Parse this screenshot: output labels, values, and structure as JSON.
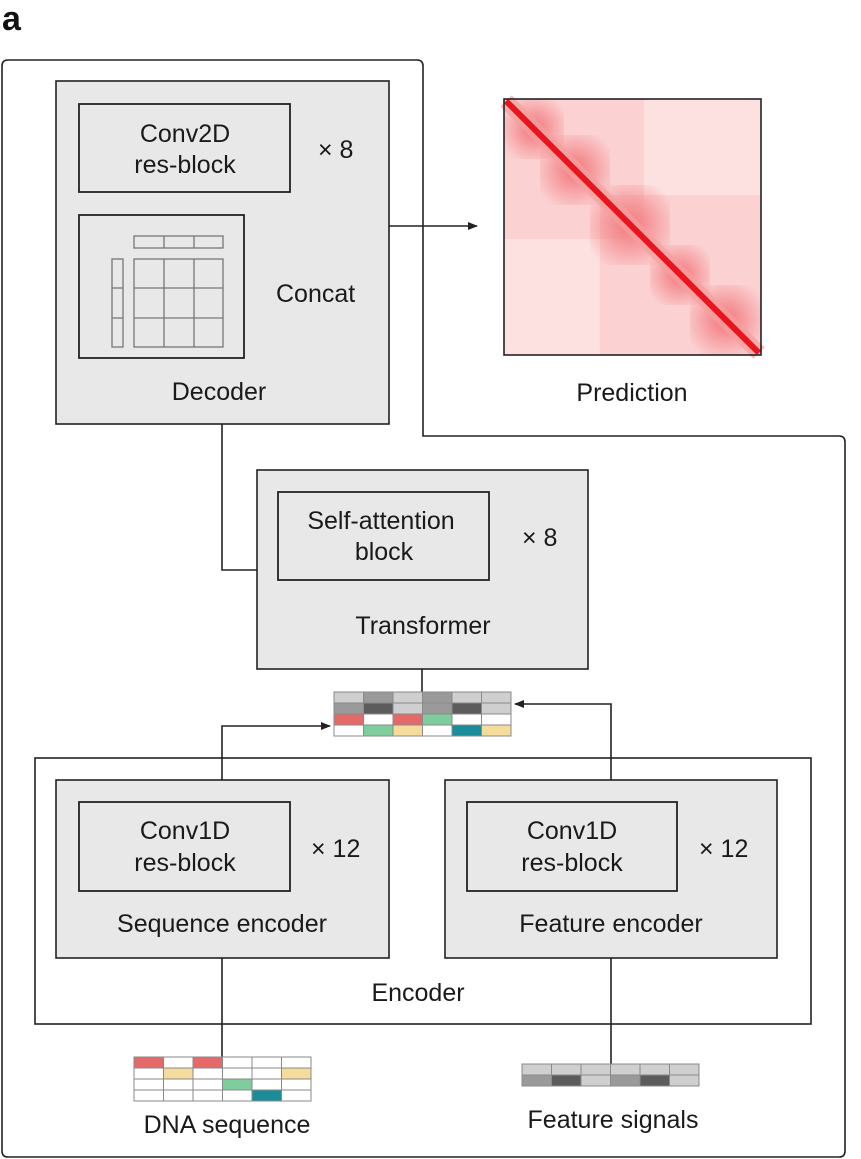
{
  "panel_label": "a",
  "decoder": {
    "block_label_1": "Conv2D",
    "block_label_2": "res-block",
    "repeat": "× 8",
    "concat_label": "Concat",
    "title": "Decoder"
  },
  "prediction": {
    "title": "Prediction"
  },
  "transformer": {
    "block_label_1": "Self-attention",
    "block_label_2": "block",
    "repeat": "× 8",
    "title": "Transformer"
  },
  "encoder": {
    "title": "Encoder",
    "sequence": {
      "block_label_1": "Conv1D",
      "block_label_2": "res-block",
      "repeat": "× 12",
      "title": "Sequence encoder"
    },
    "feature": {
      "block_label_1": "Conv1D",
      "block_label_2": "res-block",
      "repeat": "× 12",
      "title": "Feature encoder"
    }
  },
  "inputs": {
    "dna_label": "DNA sequence",
    "feature_label": "Feature signals"
  },
  "colors": {
    "box_fill": "#e8e8e8",
    "heatmap": "#e8141e",
    "red": "#e46a6a",
    "yellow": "#f6dc9c",
    "green": "#7fcc9c",
    "teal": "#1a8c9a",
    "dark_gray": "#5c5c5c",
    "mid_gray": "#9a9a9a",
    "light_gray": "#cfcfcf"
  },
  "dna_grid": [
    [
      "red",
      "white",
      "red",
      "white",
      "white",
      "white"
    ],
    [
      "white",
      "yellow",
      "white",
      "white",
      "white",
      "yellow"
    ],
    [
      "white",
      "white",
      "white",
      "green",
      "white",
      "white"
    ],
    [
      "white",
      "white",
      "white",
      "white",
      "teal",
      "white"
    ]
  ],
  "feature_grid": [
    [
      "light",
      "light",
      "light",
      "light",
      "light",
      "light"
    ],
    [
      "mid",
      "dark",
      "light",
      "mid",
      "dark",
      "light"
    ]
  ],
  "embedding_grid": [
    [
      "light",
      "mid",
      "light",
      "mid",
      "light",
      "light"
    ],
    [
      "mid",
      "dark",
      "light",
      "mid",
      "dark",
      "light"
    ],
    [
      "red",
      "white",
      "red",
      "green",
      "white",
      "white"
    ],
    [
      "white",
      "green",
      "yellow",
      "white",
      "teal",
      "yellow"
    ]
  ]
}
